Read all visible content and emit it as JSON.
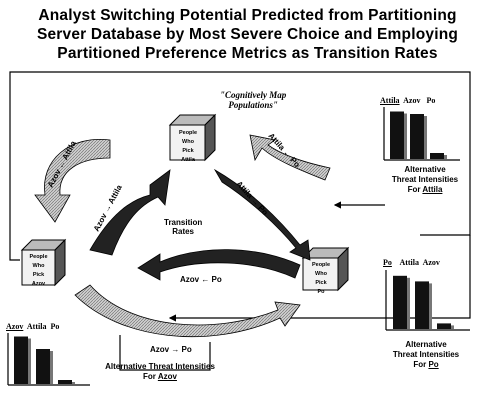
{
  "title": {
    "line1": "Analyst Switching Potential Predicted from Partitioning",
    "line2": "Server Database by  Most Severe Choice and Employing",
    "line3": "Partitioned Preference Metrics as Transition Rates"
  },
  "annotation": "\"Cognitively Map\nPopulations\"",
  "center_label": "Transition\nRates",
  "cubes": {
    "attila": {
      "line1": "People",
      "line2": "Who",
      "line3": "Pick",
      "line4": "Attila"
    },
    "azov": {
      "line1": "People",
      "line2": "Who",
      "line3": "Pick",
      "line4": "Azov"
    },
    "po": {
      "line1": "People",
      "line2": "Who",
      "line3": "Pick",
      "line4": "Po"
    }
  },
  "arrows": {
    "azov_from_attila": "Azov ← Attila",
    "azov_to_attila": "Azov → Attila",
    "attila_from_po": "Attila ← Po",
    "attila_to_po": "Attila → Po",
    "azov_from_po": "Azov ← Po",
    "azov_to_po": "Azov → Po"
  },
  "charts": {
    "attila": {
      "legend": [
        "Attila",
        "Azov",
        "Po"
      ],
      "underlined_legend": "Attila",
      "caption_line1": "Alternative",
      "caption_line2": "Threat Intensities",
      "caption_prefix": "For",
      "caption_target": "Attila"
    },
    "po": {
      "legend": [
        "Po",
        "Attila",
        "Azov"
      ],
      "underlined_legend": "Po",
      "caption_line1": "Alternative",
      "caption_line2": "Threat Intensities",
      "caption_prefix": "For",
      "caption_target": "Po"
    },
    "azov": {
      "legend": [
        "Azov",
        "Attila",
        "Po"
      ],
      "underlined_legend": "Azov",
      "caption_line1": "Alternative  Threat Intensities",
      "caption_prefix": "For",
      "caption_target": "Azov"
    }
  },
  "chart_data": [
    {
      "type": "bar",
      "categories": [
        "Attila",
        "Azov",
        "Po"
      ],
      "values": [
        0.95,
        0.9,
        0.12
      ]
    },
    {
      "type": "bar",
      "categories": [
        "Po",
        "Attila",
        "Azov"
      ],
      "values": [
        0.95,
        0.85,
        0.1
      ]
    },
    {
      "type": "bar",
      "categories": [
        "Azov",
        "Attila",
        "Po"
      ],
      "values": [
        0.95,
        0.7,
        0.08
      ]
    }
  ]
}
